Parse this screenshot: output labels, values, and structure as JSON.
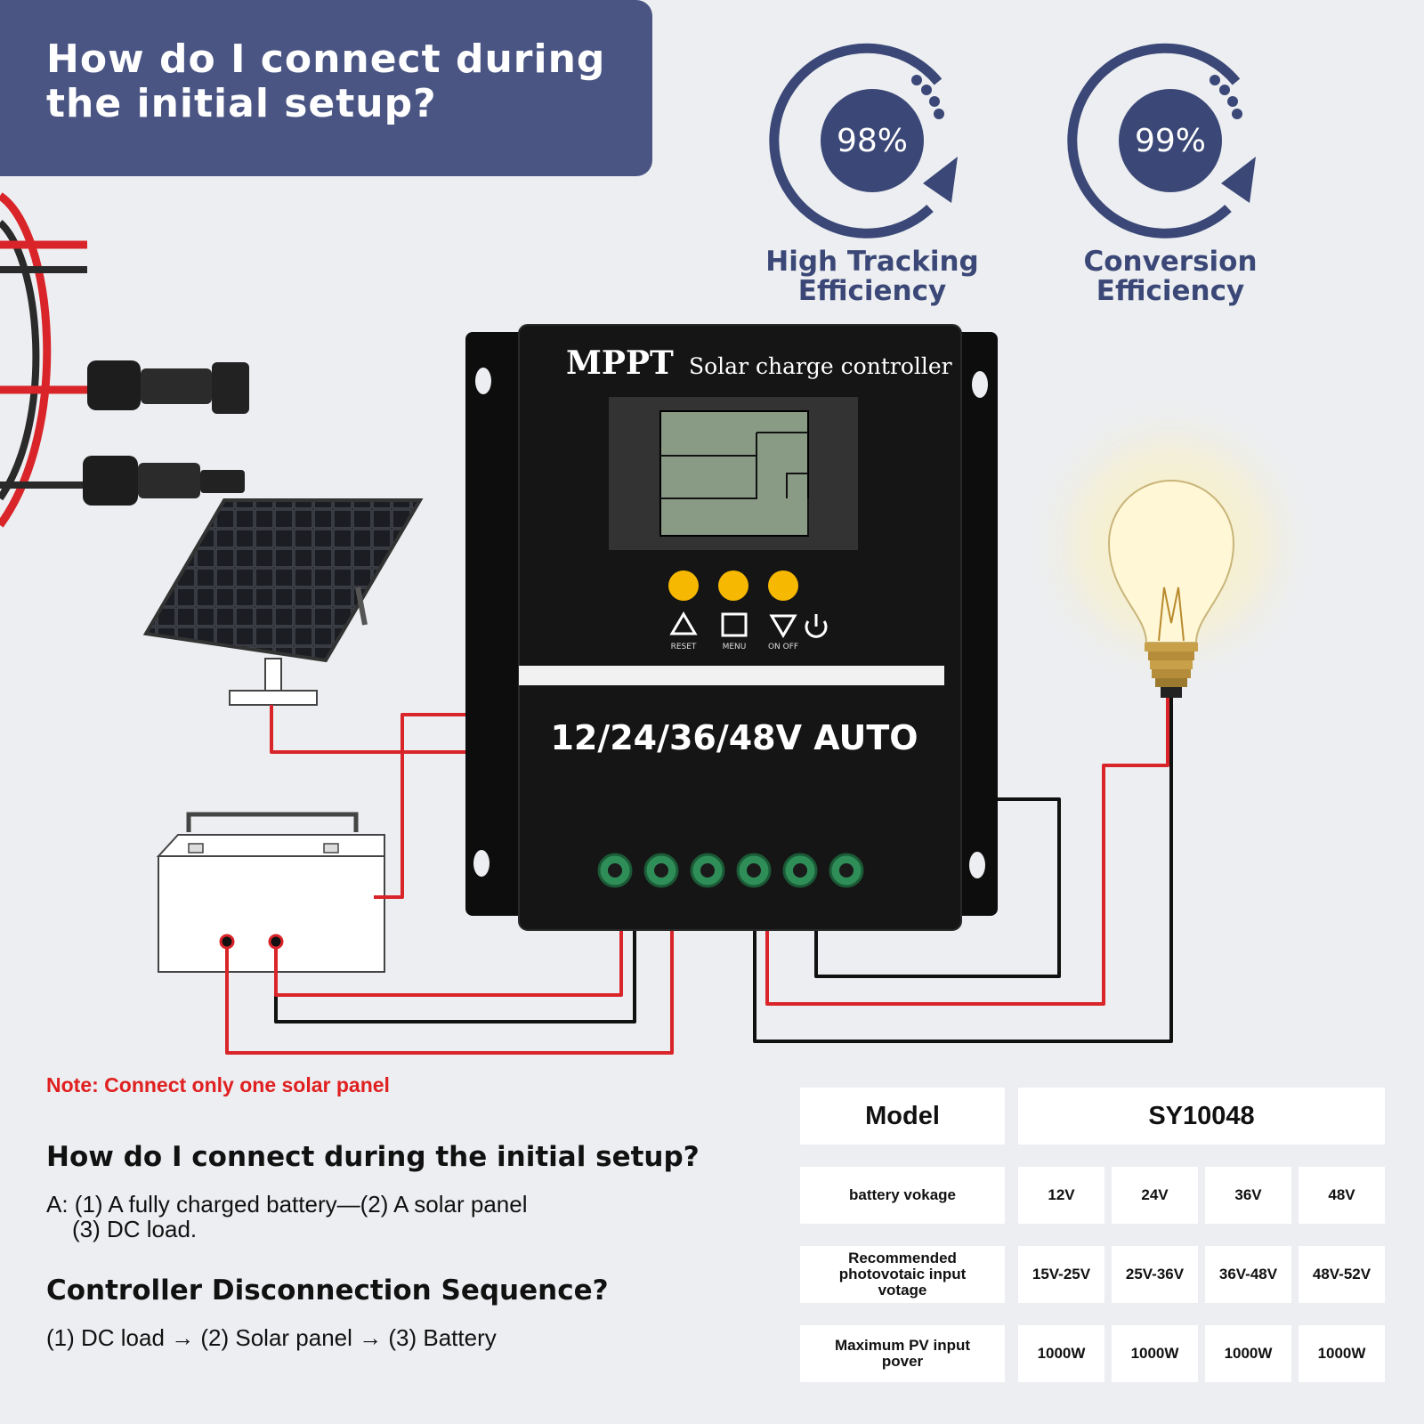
{
  "header": {
    "title": "How do I connect during the initial setup?"
  },
  "efficiency": [
    {
      "percent": "98%",
      "label": "High Tracking Efficiency"
    },
    {
      "percent": "99%",
      "label": "Conversion Efficiency"
    }
  ],
  "controller": {
    "brand": "MPPT",
    "subtitle": "Solar charge controller",
    "voltage": "12/24/36/48V AUTO",
    "buttons": [
      "RESET",
      "MENU",
      "ON OFF"
    ]
  },
  "note": "Note: Connect only one solar panel",
  "faq": [
    {
      "question": "How do I connect during the initial setup?",
      "answer_line1": "A: (1) A fully charged battery—(2) A solar panel",
      "answer_line2": "(3) DC load."
    },
    {
      "question": "Controller Disconnection Sequence?",
      "answer_line1": "(1) DC load → (2) Solar panel → (3) Battery"
    }
  ],
  "spec_table": {
    "model_label": "Model",
    "model_value": "SY10048",
    "rows": [
      {
        "label": "battery vokage",
        "values": [
          "12V",
          "24V",
          "36V",
          "48V"
        ]
      },
      {
        "label": "Recommended photovotaic input votage",
        "values": [
          "15V-25V",
          "25V-36V",
          "36V-48V",
          "48V-52V"
        ]
      },
      {
        "label": "Maximum PV input pover",
        "values": [
          "1000W",
          "1000W",
          "1000W",
          "1000W"
        ]
      }
    ]
  },
  "colors": {
    "banner": "#4a5584",
    "accent_navy": "#3b4877",
    "wire_red": "#d9252a",
    "note_red": "#e02020",
    "controller_body": "#121212",
    "button_yellow": "#f6b800",
    "terminal_green": "#2f8d58"
  }
}
